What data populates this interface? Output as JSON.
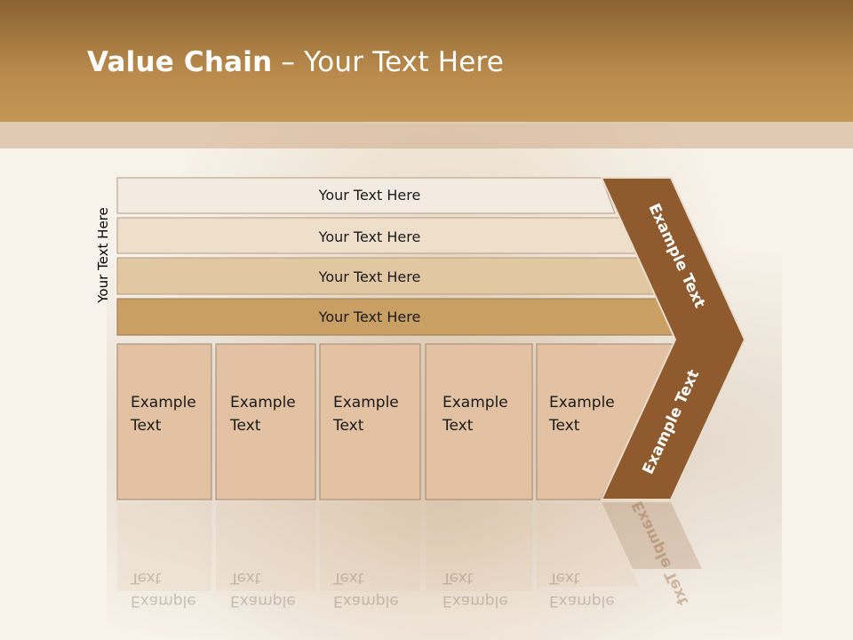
{
  "title": {
    "bold": "Value Chain",
    "rest": " – Your Text Here"
  },
  "side_label": "Your Text Here",
  "bars": [
    {
      "label": "Your Text Here"
    },
    {
      "label": "Your Text Here"
    },
    {
      "label": "Your Text Here"
    },
    {
      "label": "Your Text Here"
    }
  ],
  "boxes": [
    {
      "line1": "Example",
      "line2": "Text"
    },
    {
      "line1": "Example",
      "line2": "Text"
    },
    {
      "line1": "Example",
      "line2": "Text"
    },
    {
      "line1": "Example",
      "line2": "Text"
    },
    {
      "line1": "Example",
      "line2": "Text"
    }
  ],
  "chevron": {
    "upper": "Example Text",
    "lower": "Example Text"
  },
  "colors": {
    "header": "#b98a4c",
    "bar1": "#f3ebe1",
    "bar2": "#eedfcb",
    "bar3": "#e2c8a2",
    "bar4": "#c99f63",
    "box": "#e2c2a2",
    "chevron": "#8f5a2e"
  }
}
